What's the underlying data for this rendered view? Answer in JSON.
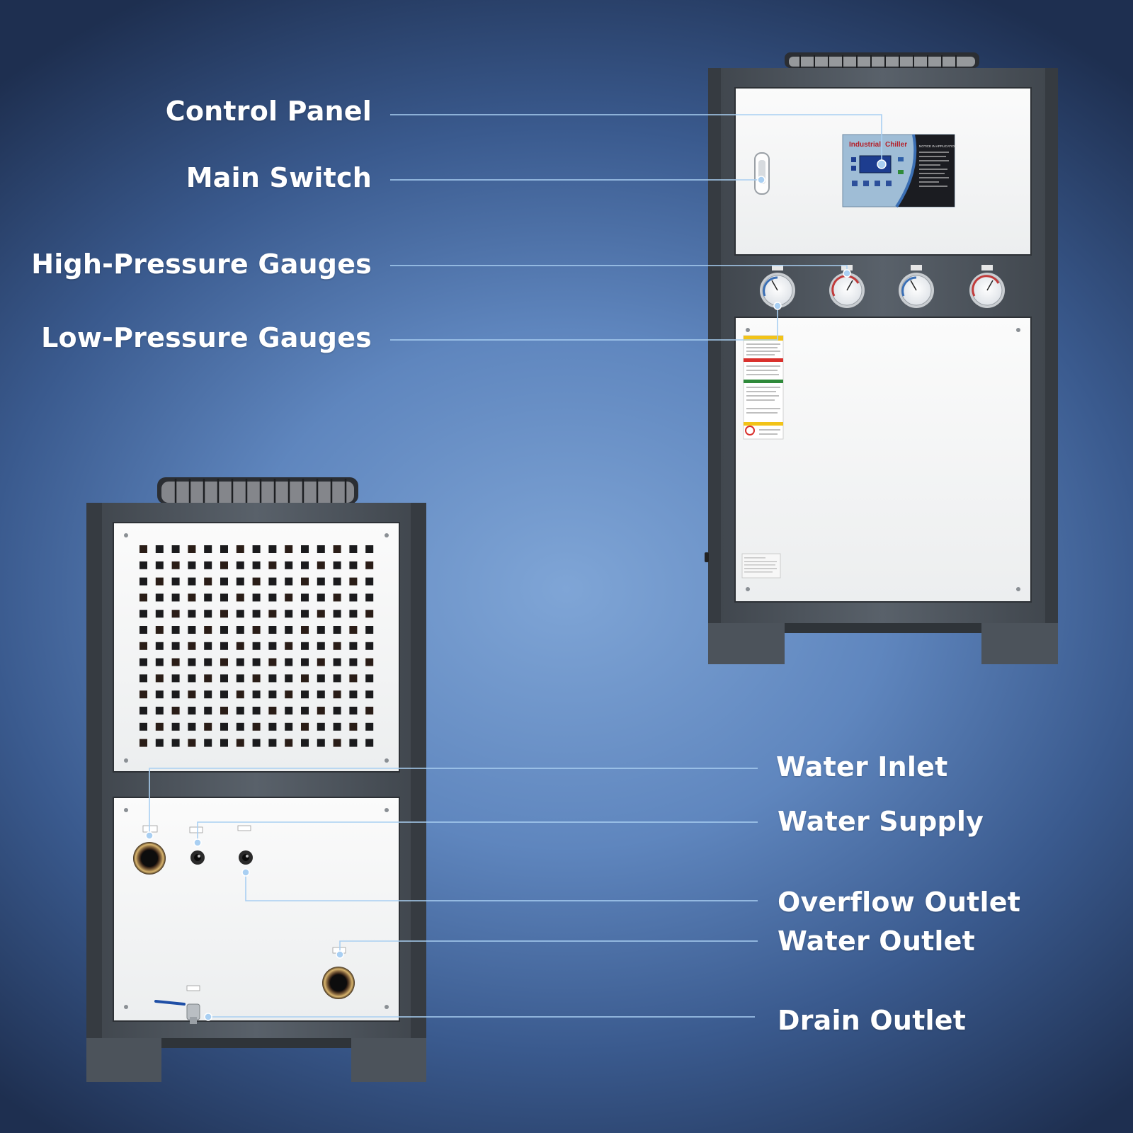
{
  "callouts": {
    "control_panel": "Control Panel",
    "main_switch": "Main Switch",
    "high_pressure_gauges": "High-Pressure Gauges",
    "low_pressure_gauges": "Low-Pressure Gauges",
    "water_inlet": "Water Inlet",
    "water_supply": "Water Supply",
    "overflow_outlet": "Overflow Outlet",
    "water_outlet": "Water Outlet",
    "drain_outlet": "Drain Outlet"
  },
  "control_panel": {
    "title_left": "Industrial",
    "title_right": "Chiller",
    "notice_heading": "NOTICE IN APPLICATION"
  },
  "colors": {
    "leader_line": "#a9cff2",
    "cabinet_frame": "#50575f",
    "panel_white": "#f4f5f6",
    "title_red": "#b3202a"
  }
}
